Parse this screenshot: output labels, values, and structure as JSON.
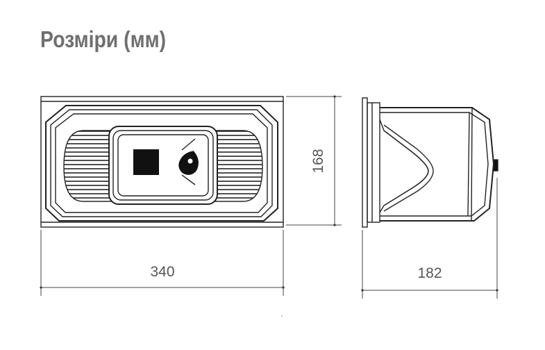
{
  "title": "Розміри (мм)",
  "dimensions": {
    "width": "340",
    "height": "168",
    "depth": "182"
  }
}
